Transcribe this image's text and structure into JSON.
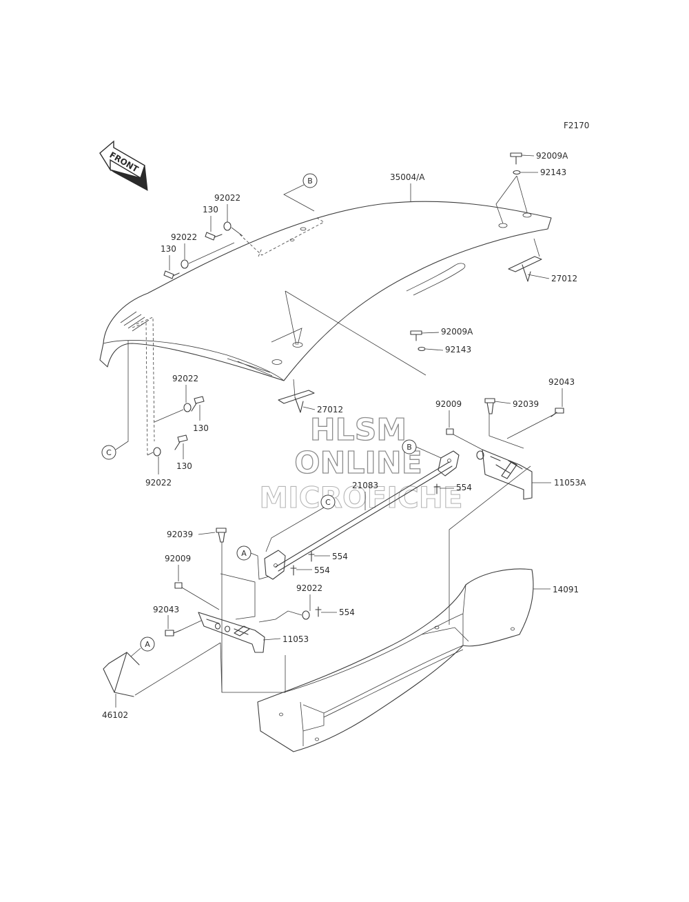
{
  "figure_code": "F2170",
  "front_label": "FRONT",
  "callouts": {
    "a": "A",
    "b": "B",
    "c": "C"
  },
  "parts": {
    "p35004A": "35004/A",
    "p92009A": "92009A",
    "p92143": "92143",
    "p27012": "27012",
    "p92022": "92022",
    "p130": "130",
    "p92043": "92043",
    "p92009": "92009",
    "p92039": "92039",
    "p11053A": "11053A",
    "p21083": "21083",
    "p554": "554",
    "p14091": "14091",
    "p11053": "11053",
    "p46102": "46102"
  },
  "watermark": {
    "line1": "HLSM",
    "line2": "ONLINE",
    "line3": "MICROFICHE"
  }
}
